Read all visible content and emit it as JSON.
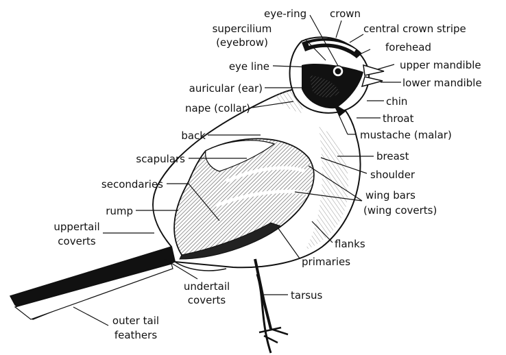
{
  "diagram": {
    "colors": {
      "ink": "#111111",
      "mid": "#888888",
      "light": "#cfcfcf",
      "paper": "#ffffff"
    },
    "labels": {
      "eye_ring": "eye-ring",
      "crown": "crown",
      "supercilium_1": "supercilium",
      "supercilium_2": "(eyebrow)",
      "central_crown_stripe": "central crown stripe",
      "forehead": "forehead",
      "eye_line": "eye line",
      "upper_mandible": "upper mandible",
      "lower_mandible": "lower mandible",
      "auricular": "auricular (ear)",
      "chin": "chin",
      "nape": "nape (collar)",
      "throat": "throat",
      "back": "back",
      "mustache": "mustache (malar)",
      "breast": "breast",
      "scapulars": "scapulars",
      "shoulder": "shoulder",
      "secondaries": "secondaries",
      "wing_bars_1": "wing bars",
      "wing_bars_2": "(wing coverts)",
      "rump": "rump",
      "uppertail_coverts_1": "uppertail",
      "uppertail_coverts_2": "coverts",
      "flanks": "flanks",
      "primaries": "primaries",
      "undertail_coverts_1": "undertail",
      "undertail_coverts_2": "coverts",
      "tarsus": "tarsus",
      "outer_tail_1": "outer tail",
      "outer_tail_2": "feathers"
    }
  }
}
